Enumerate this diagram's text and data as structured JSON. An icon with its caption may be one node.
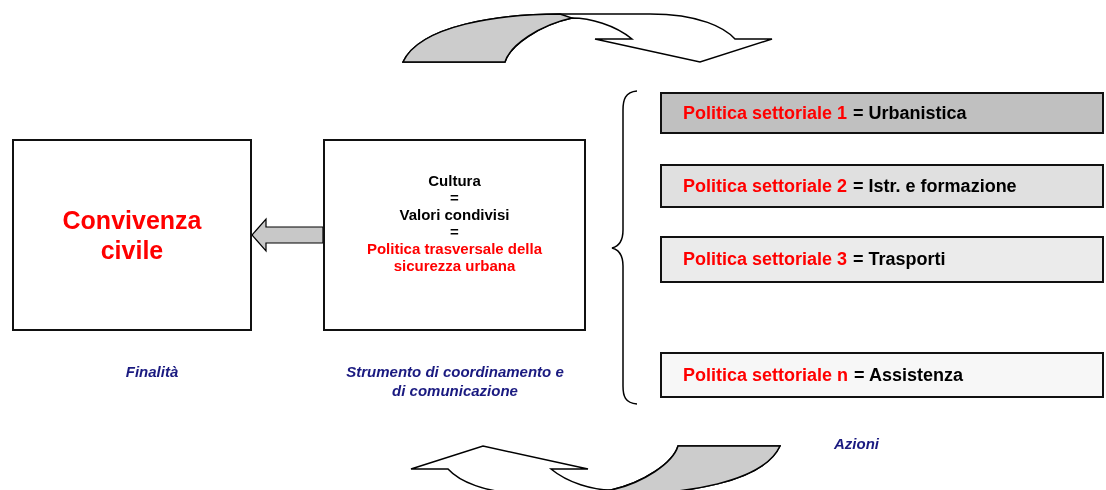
{
  "diagram": {
    "nodes": [
      {
        "text": [
          "Convivenza civile"
        ],
        "beside": [
          "Finalità"
        ]
      },
      {
        "text": [
          "Cultura",
          "=",
          "Valori condivisi",
          "=",
          "Politica trasversale della sicurezza urbana"
        ],
        "beside": [
          "Strumento di coordinamento e di comunicazione"
        ]
      },
      {
        "text": [
          "Politica settoriale 1",
          "= Urbanistica"
        ]
      },
      {
        "text": [
          "Politica settoriale 2",
          "= Istr. e formazione"
        ]
      },
      {
        "text": [
          "Politica settoriale 3",
          "= Trasporti"
        ]
      },
      {
        "text": [
          "Politica settoriale n",
          "= Assistenza"
        ]
      }
    ],
    "edges": [
      {
        "from": 1,
        "to": 0,
        "arrow": "to"
      }
    ],
    "labels": [
      "Azioni"
    ]
  }
}
